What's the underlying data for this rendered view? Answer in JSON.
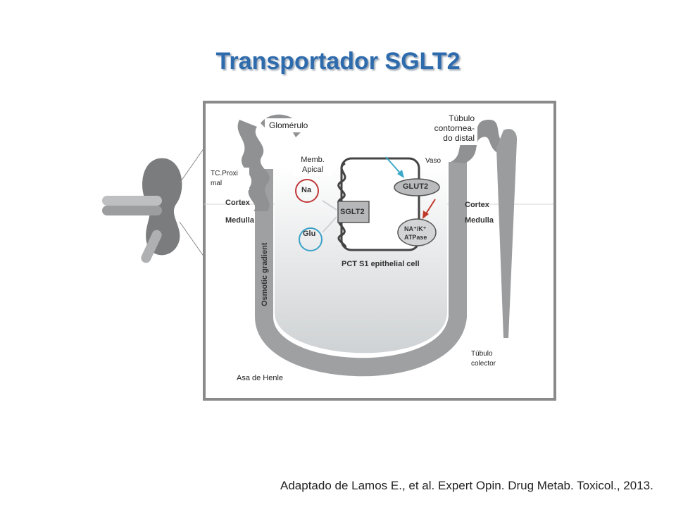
{
  "slide": {
    "title": "Transportador SGLT2",
    "caption": "Adaptado de Lamos  E., et al. Expert Opin. Drug Metab. Toxicol., 2013."
  },
  "diagram": {
    "labels": {
      "glomerulo": "Glomérulo",
      "tubulo_distal": [
        "Túbulo",
        "contornea-",
        "do distal"
      ],
      "memb_apical": [
        "Memb.",
        "Apical"
      ],
      "vaso": "Vaso",
      "tc_proximal": [
        "TC.Proxi",
        "mal"
      ],
      "tubulo_colector": [
        "Túbulo",
        "colector"
      ],
      "asa_henle": "Asa de Henle"
    },
    "figure_text": {
      "cortex_left": "Cortex",
      "medulla_left": "Medulla",
      "cortex_right": "Cortex",
      "medulla_right": "Medulla",
      "na": "Na",
      "glu": "Glu",
      "sglt2": "SGLT2",
      "glut2": "GLUT2",
      "atpase_line1": "NA⁺/K⁺",
      "atpase_line2": "ATPase",
      "pct_cell": "PCT S1 epithelial cell",
      "osmotic": "Osmotic gradient"
    },
    "colors": {
      "title": "#2e6bad",
      "na_circle": "#c0393b",
      "glu_circle": "#3aa0c8",
      "arrow_teal": "#3aa9c8",
      "arrow_red": "#c0392b"
    }
  }
}
